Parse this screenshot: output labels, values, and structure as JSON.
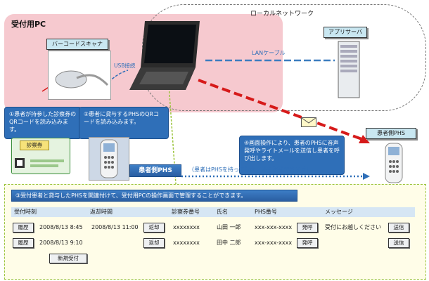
{
  "zones": {
    "reception_pc_title": "受付用PC",
    "local_network_title": "ローカルネットワーク"
  },
  "devices": {
    "app_server_label": "アプリサーバ",
    "barcode_scanner_label": "バーコードスキャナ",
    "patient_phs_label": "患者側PHS",
    "consultation_ticket_label": "診察券"
  },
  "links": {
    "lan_cable": "LANケーブル",
    "usb": "USB接続"
  },
  "notes": {
    "step1": "①患者が持参した診察券のQRコードを読み込みます。",
    "step2": "②患者に貸与するPHSのQRコードを読み込みます。",
    "step4": "④画面操作により、患者のPHSに音声発呼やライトメールを送信し患者を呼び出します。"
  },
  "phs_banner": {
    "label": "患者側PHS",
    "caption": "（患者はPHSを持って院内／外を移動できます）"
  },
  "panel": {
    "header": "③受付患者と貸与したPHSを関連付けて、受付用PCの操作画面で管理することができます。",
    "columns": [
      "受付時刻",
      "返却時間",
      "診察券番号",
      "氏名",
      "PHS番号",
      "メッセージ"
    ],
    "rows": [
      {
        "history_btn": "履歴",
        "reception_time": "2008/8/13 8:45",
        "return_time": "2008/8/13 11:00",
        "return_btn": "返却",
        "ticket_no": "xxxxxxxx",
        "name": "山田 一郎",
        "phs_no": "xxx-xxx-xxxx",
        "call_btn": "発呼",
        "message": "受付にお越しください",
        "send_btn": "送信"
      },
      {
        "history_btn": "履歴",
        "reception_time": "2008/8/13 9:10",
        "return_time": "",
        "return_btn": "返却",
        "ticket_no": "xxxxxxxx",
        "name": "田中 二郎",
        "phs_no": "xxx-xxx-xxxx",
        "call_btn": "発呼",
        "message": "",
        "send_btn": "送信"
      }
    ],
    "new_reception_btn": "新規受付"
  }
}
